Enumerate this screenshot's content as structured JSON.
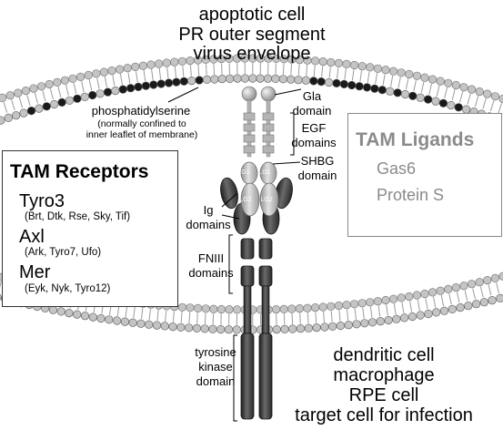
{
  "top_cell_lines": [
    "apoptotic cell",
    "PR outer segment",
    "virus envelope"
  ],
  "bottom_cell_lines": [
    "dendritic cell",
    "macrophage",
    "RPE cell",
    "target cell for infection"
  ],
  "phosphatidylserine": {
    "label": "phosphatidylserine",
    "note_lines": [
      "(normally confined to",
      "inner leaflet of membrane)"
    ]
  },
  "domains": {
    "gla": [
      "Gla",
      "domain"
    ],
    "egf": [
      "EGF",
      "domains"
    ],
    "shbg": [
      "SHBG",
      "domain"
    ],
    "lg1": "LG1",
    "lg2": "LG2",
    "ig": [
      "Ig",
      "domains"
    ],
    "fniii": [
      "FNIII",
      "domains"
    ],
    "tyrosine_kinase": [
      "tyrosine",
      "kinase",
      "domain"
    ]
  },
  "receptors": {
    "title": "TAM Receptors",
    "items": [
      {
        "name": "Tyro3",
        "aliases": "(Brt, Dtk, Rse, Sky, Tif)"
      },
      {
        "name": "Axl",
        "aliases": "(Ark, Tyro7, Ufo)"
      },
      {
        "name": "Mer",
        "aliases": "(Eyk, Nyk, Tyro12)"
      }
    ]
  },
  "ligands": {
    "title": "TAM Ligands",
    "items": [
      "Gas6",
      "Protein S"
    ]
  },
  "colors": {
    "lipid_head_light": "#c4c4c4",
    "lipid_head_dark": "#1a1a1a",
    "receptor_dark": "#3a3a3a",
    "ligand_light": "#b4b4b4",
    "ligand_box_text": "#8a8a8a"
  }
}
